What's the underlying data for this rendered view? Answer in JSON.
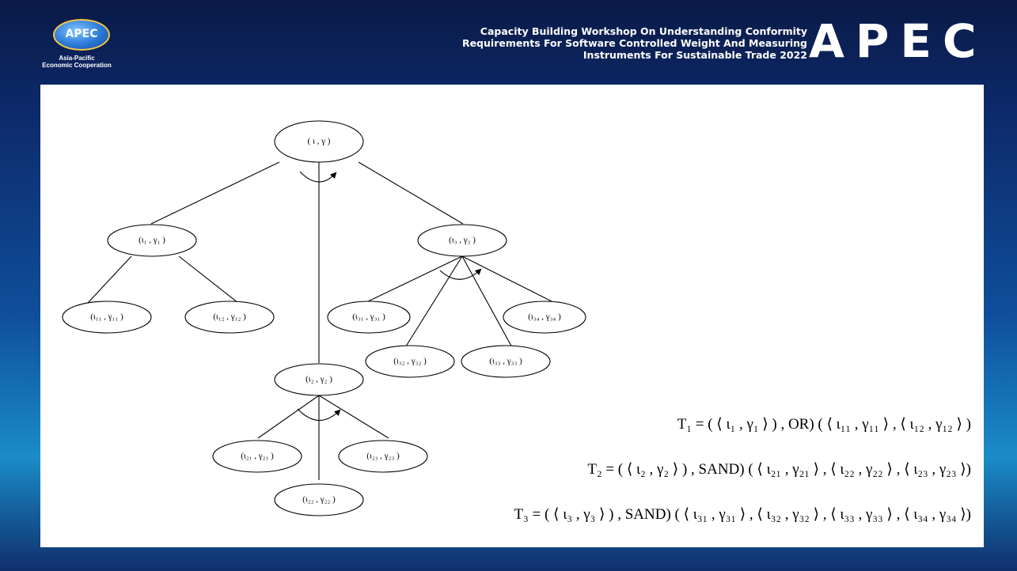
{
  "header": {
    "logo_text": "APEC",
    "logo_subtitle_line1": "Asia-Pacific",
    "logo_subtitle_line2": "Economic Cooperation",
    "title_lines": [
      "Capacity Building Workshop On Understanding Conformity",
      "Requirements For Software Controlled Weight And Measuring",
      "Instruments For Sustainable Trade 2022"
    ],
    "brand": "APEC"
  },
  "diagram": {
    "nodes": {
      "root": "( ι , γ )",
      "n1": "(ι₁ , γ₁ )",
      "n2": "(ι₂ , γ₂ )",
      "n3": "(ι₃ , γ₃ )",
      "n11": "(ι₁₁ , γ₁₁ )",
      "n12": "(ι₁₂ , γ₁₂ )",
      "n21": "(ι₂₁ , γ₂₁ )",
      "n22": "(ι₂₂ , γ₂₂ )",
      "n23": "(ι₂₃ , γ₂₃ )",
      "n31": "(ι₃₁ , γ₃₁ )",
      "n32": "(ι₃₂ , γ₃₂ )",
      "n33": "(ι₃₃ , γ₃₃ )",
      "n34": "(ι₃₄ , γ₃₄ )"
    }
  },
  "formulas": [
    "T₁ = ( ⟨ ι₁ , γ₁ ⟩ ) , OR) ( ⟨ ι₁₁ , γ₁₁ ⟩ , ⟨ ι₁₂ , γ₁₂ ⟩ )",
    "T₂ = ( ⟨ ι₂ , γ₂ ⟩ ) , SAND) ( ⟨ ι₂₁ , γ₂₁ ⟩ , ⟨ ι₂₂ , γ₂₂ ⟩ , ⟨ ι₂₃ , γ₂₃ ⟩)",
    "T₃ = ( ⟨ ι₃ , γ₃ ⟩ ) , SAND) ( ⟨ ι₃₁ , γ₃₁ ⟩ , ⟨ ι₃₂ , γ₃₂ ⟩ , ⟨ ι₃₃ , γ₃₃ ⟩ , ⟨ ι₃₄ , γ₃₄ ⟩)"
  ]
}
